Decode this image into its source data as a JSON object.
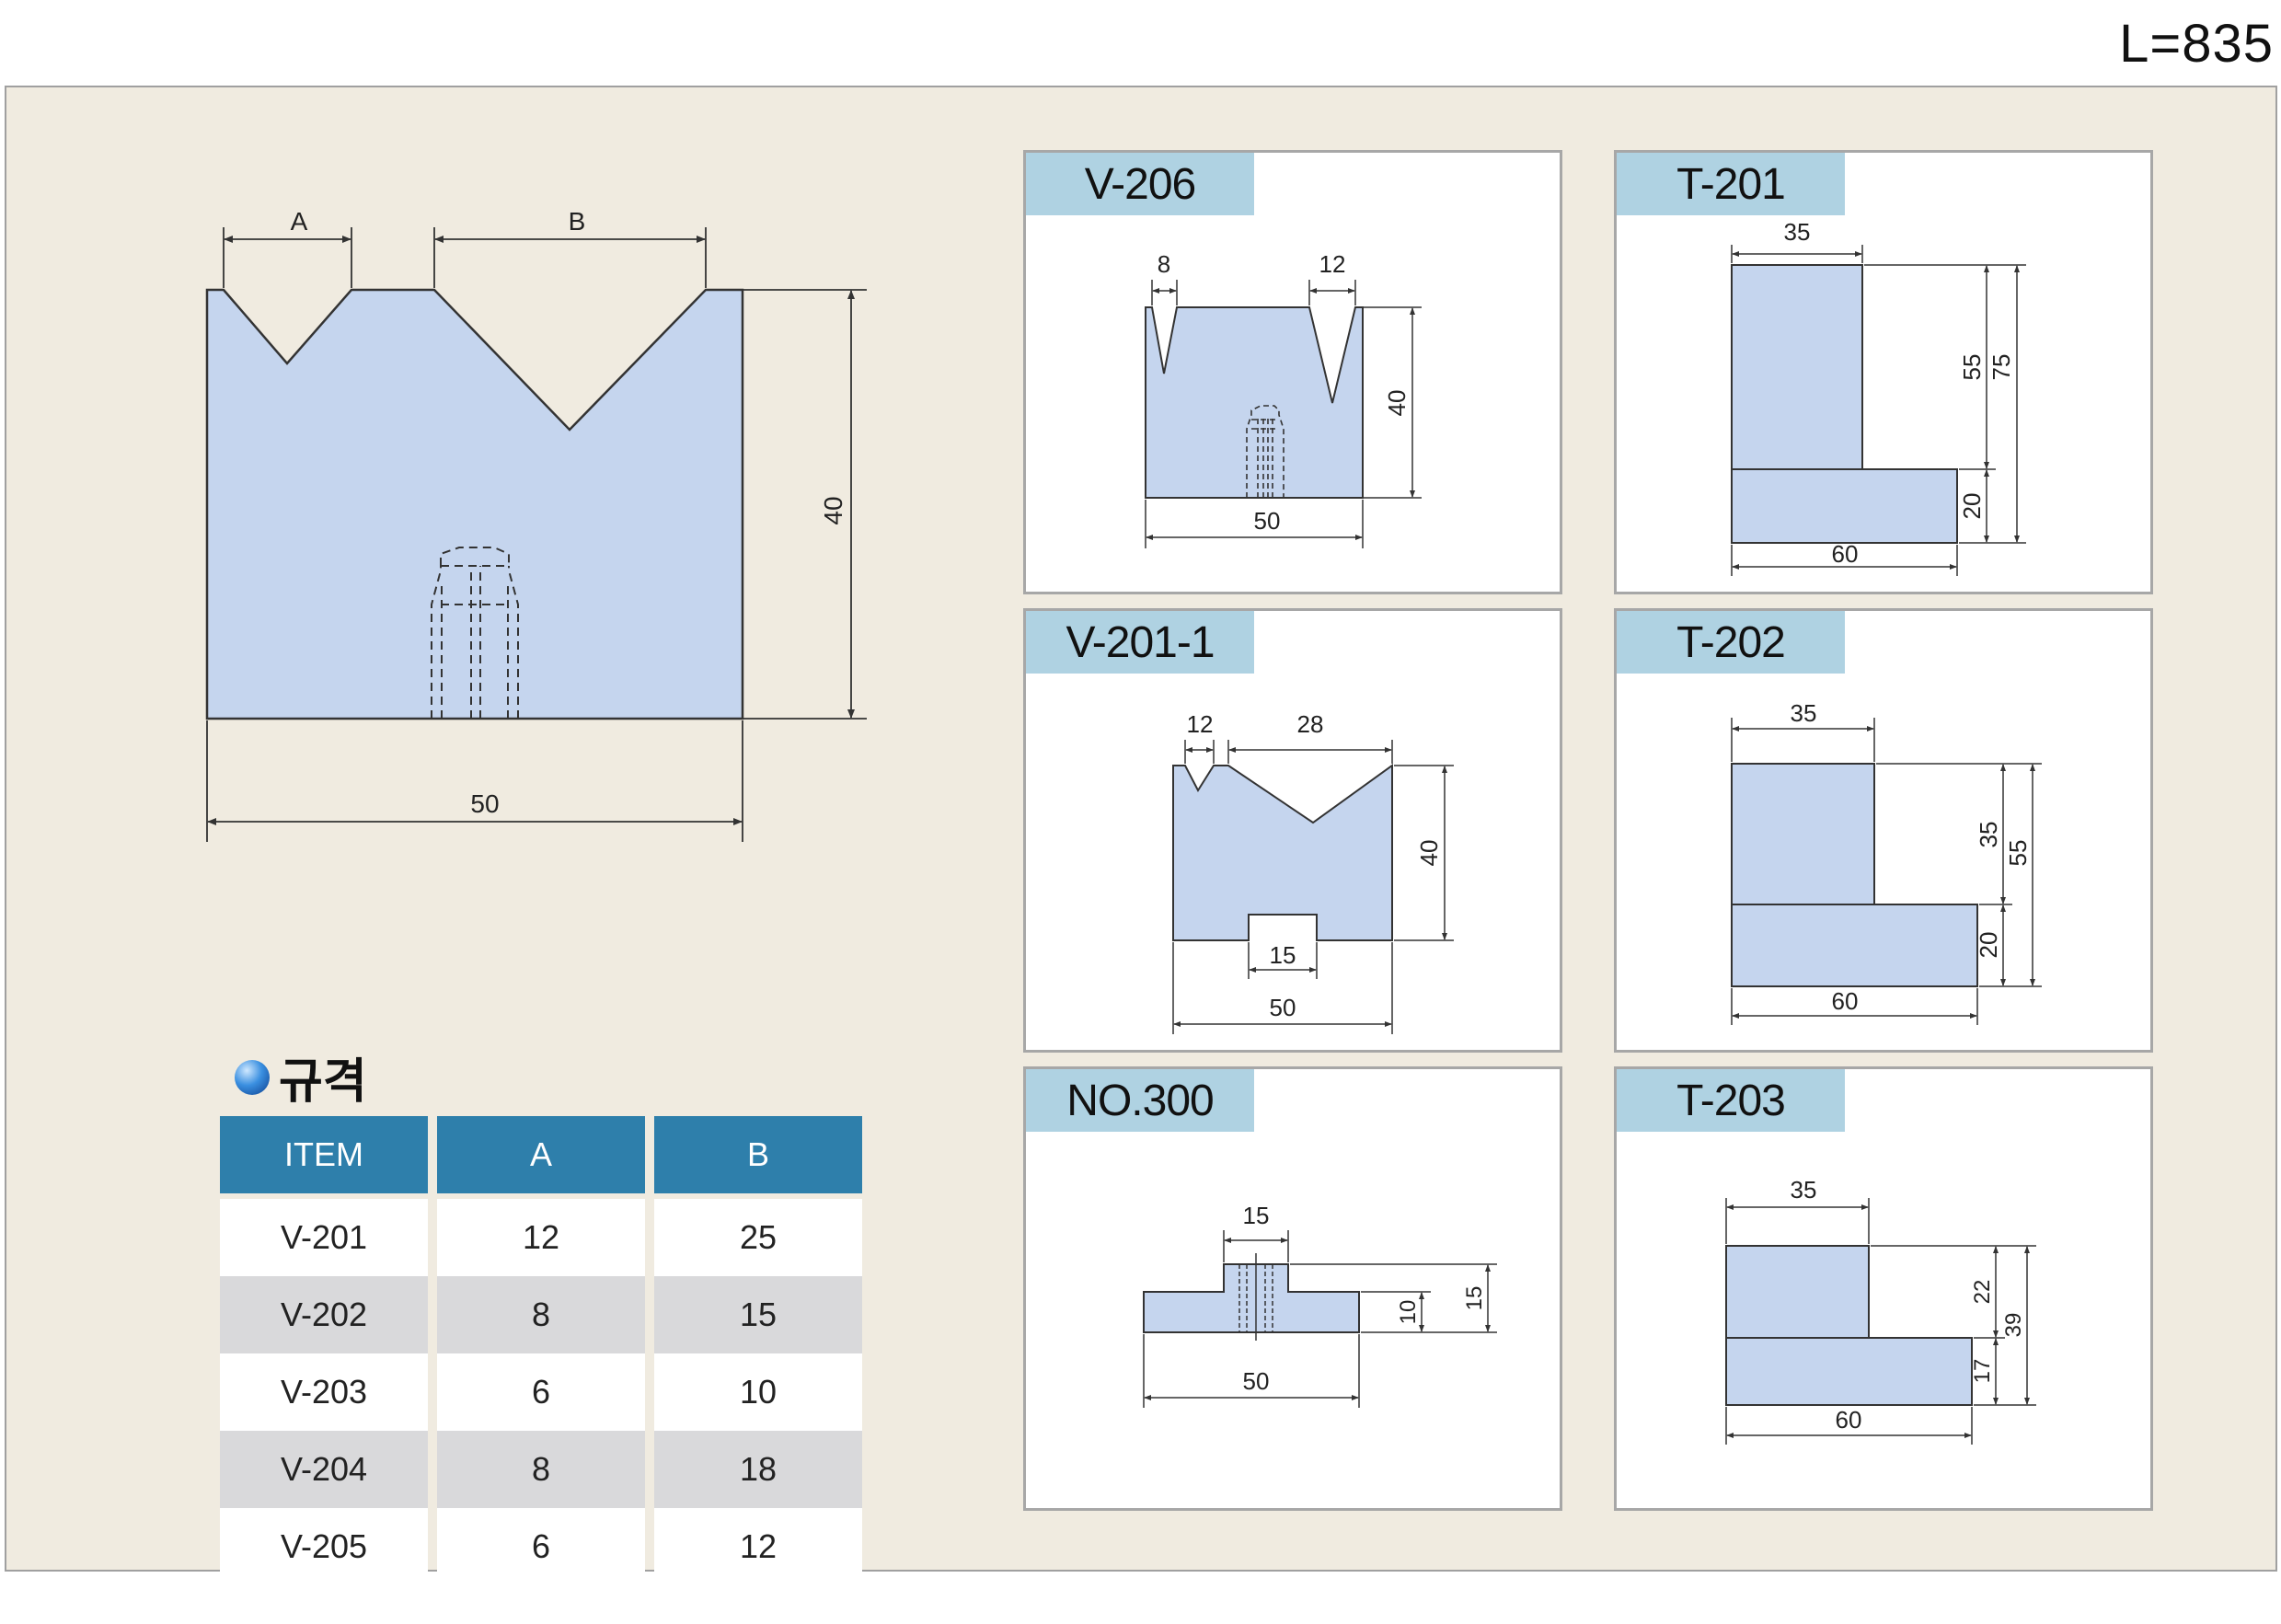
{
  "length_label": "L=835",
  "main_drawing": {
    "dim_a": "A",
    "dim_b": "B",
    "dim_height": "40",
    "dim_width": "50"
  },
  "spec": {
    "title": "규격",
    "headers": [
      "ITEM",
      "A",
      "B"
    ],
    "rows": [
      [
        "V-201",
        "12",
        "25"
      ],
      [
        "V-202",
        "8",
        "15"
      ],
      [
        "V-203",
        "6",
        "10"
      ],
      [
        "V-204",
        "8",
        "18"
      ],
      [
        "V-205",
        "6",
        "12"
      ]
    ]
  },
  "panels": {
    "v206": {
      "title": "V-206",
      "dims": {
        "left_groove": "8",
        "right_groove": "12",
        "height": "40",
        "width": "50"
      }
    },
    "t201": {
      "title": "T-201",
      "dims": {
        "top_width": "35",
        "upper_height": "55",
        "total_height": "75",
        "lower_height": "20",
        "bottom_width": "60"
      }
    },
    "v2011": {
      "title": "V-201-1",
      "dims": {
        "left_groove": "12",
        "right_groove": "28",
        "height": "40",
        "slot": "15",
        "width": "50"
      }
    },
    "t202": {
      "title": "T-202",
      "dims": {
        "top_width": "35",
        "upper_height": "35",
        "total_height": "55",
        "lower_height": "20",
        "bottom_width": "60"
      }
    },
    "no300": {
      "title": "NO.300",
      "dims": {
        "top_width": "15",
        "base_height": "10",
        "total_height": "15",
        "width": "50"
      }
    },
    "t203": {
      "title": "T-203",
      "dims": {
        "top_width": "35",
        "upper_height": "22",
        "total_height": "39",
        "lower_height": "17",
        "bottom_width": "60"
      }
    }
  },
  "colors": {
    "part_fill": "#c5d5ee",
    "tag_fill": "#afd2e2",
    "header_fill": "#2e7fab",
    "background": "#f0ebe0"
  }
}
